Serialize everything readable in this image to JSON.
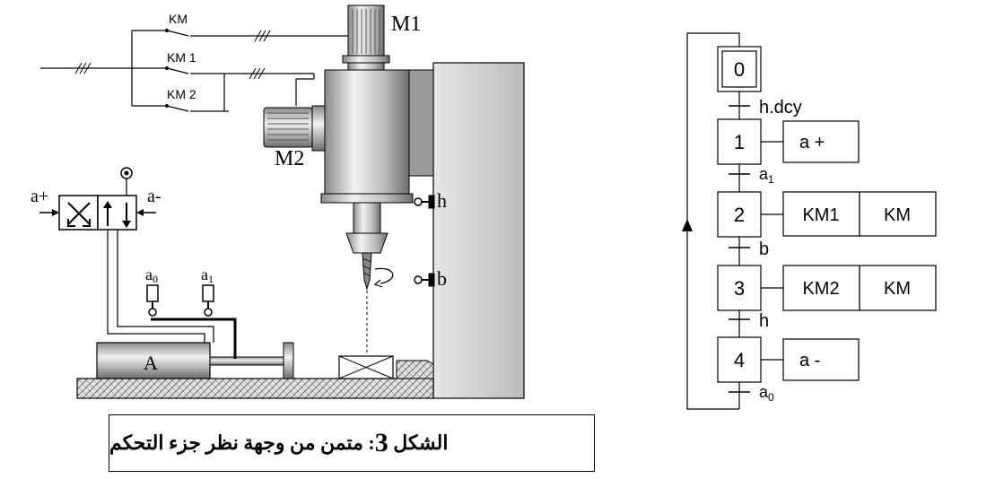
{
  "labels": {
    "km": "KM",
    "km1": "KM 1",
    "km2": "KM 2",
    "m1": "M1",
    "m2": "M2",
    "h": "h",
    "b": "b",
    "a_plus": "a+",
    "a_minus": "a-",
    "a0": "a",
    "a0_sub": "0",
    "a1": "a",
    "a1_sub": "1",
    "cylinder": "A"
  },
  "grafcet": {
    "steps": [
      {
        "num": "0"
      },
      {
        "num": "1",
        "actions": [
          "a +"
        ]
      },
      {
        "num": "2",
        "actions": [
          "KM1",
          "KM"
        ]
      },
      {
        "num": "3",
        "actions": [
          "KM2",
          "KM"
        ]
      },
      {
        "num": "4",
        "actions": [
          "a -"
        ]
      }
    ],
    "transitions": [
      {
        "main": "h.dcy"
      },
      {
        "main": "a",
        "sub": "1"
      },
      {
        "main": "b"
      },
      {
        "main": "h"
      },
      {
        "main": "a",
        "sub": "0"
      }
    ]
  },
  "caption": {
    "prefix": "الشكل",
    "number": "3",
    "text": ": متمن من وجهة نظر جزء التحكم"
  },
  "colors": {
    "metal_light": "#e8e8e8",
    "metal_mid": "#b8b8b8",
    "metal_dark": "#808080",
    "wall": "#cfcfcf"
  }
}
